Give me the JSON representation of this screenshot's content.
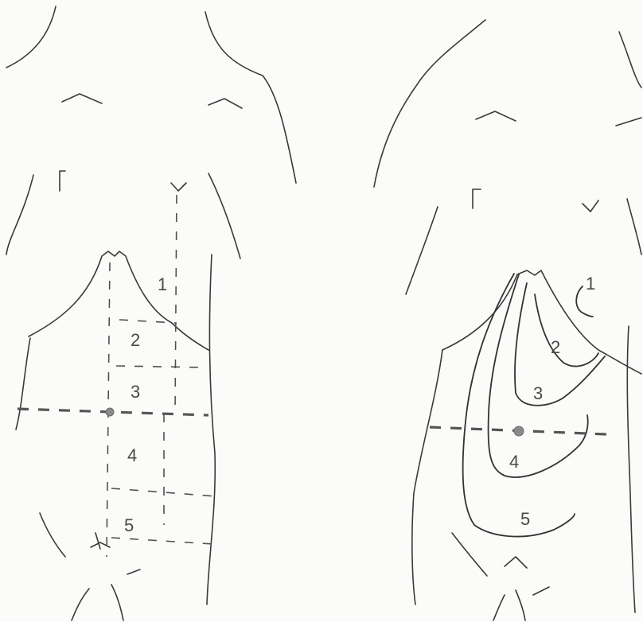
{
  "left_figure": {
    "zone_labels": [
      "1",
      "2",
      "3",
      "4",
      "5"
    ]
  },
  "right_figure": {
    "zone_labels": [
      "1",
      "2",
      "3",
      "4",
      "5"
    ]
  },
  "colors": {
    "line": "#3a3a3a",
    "background": "#fbfbfa",
    "umbilicus": "#8a8a8a"
  }
}
